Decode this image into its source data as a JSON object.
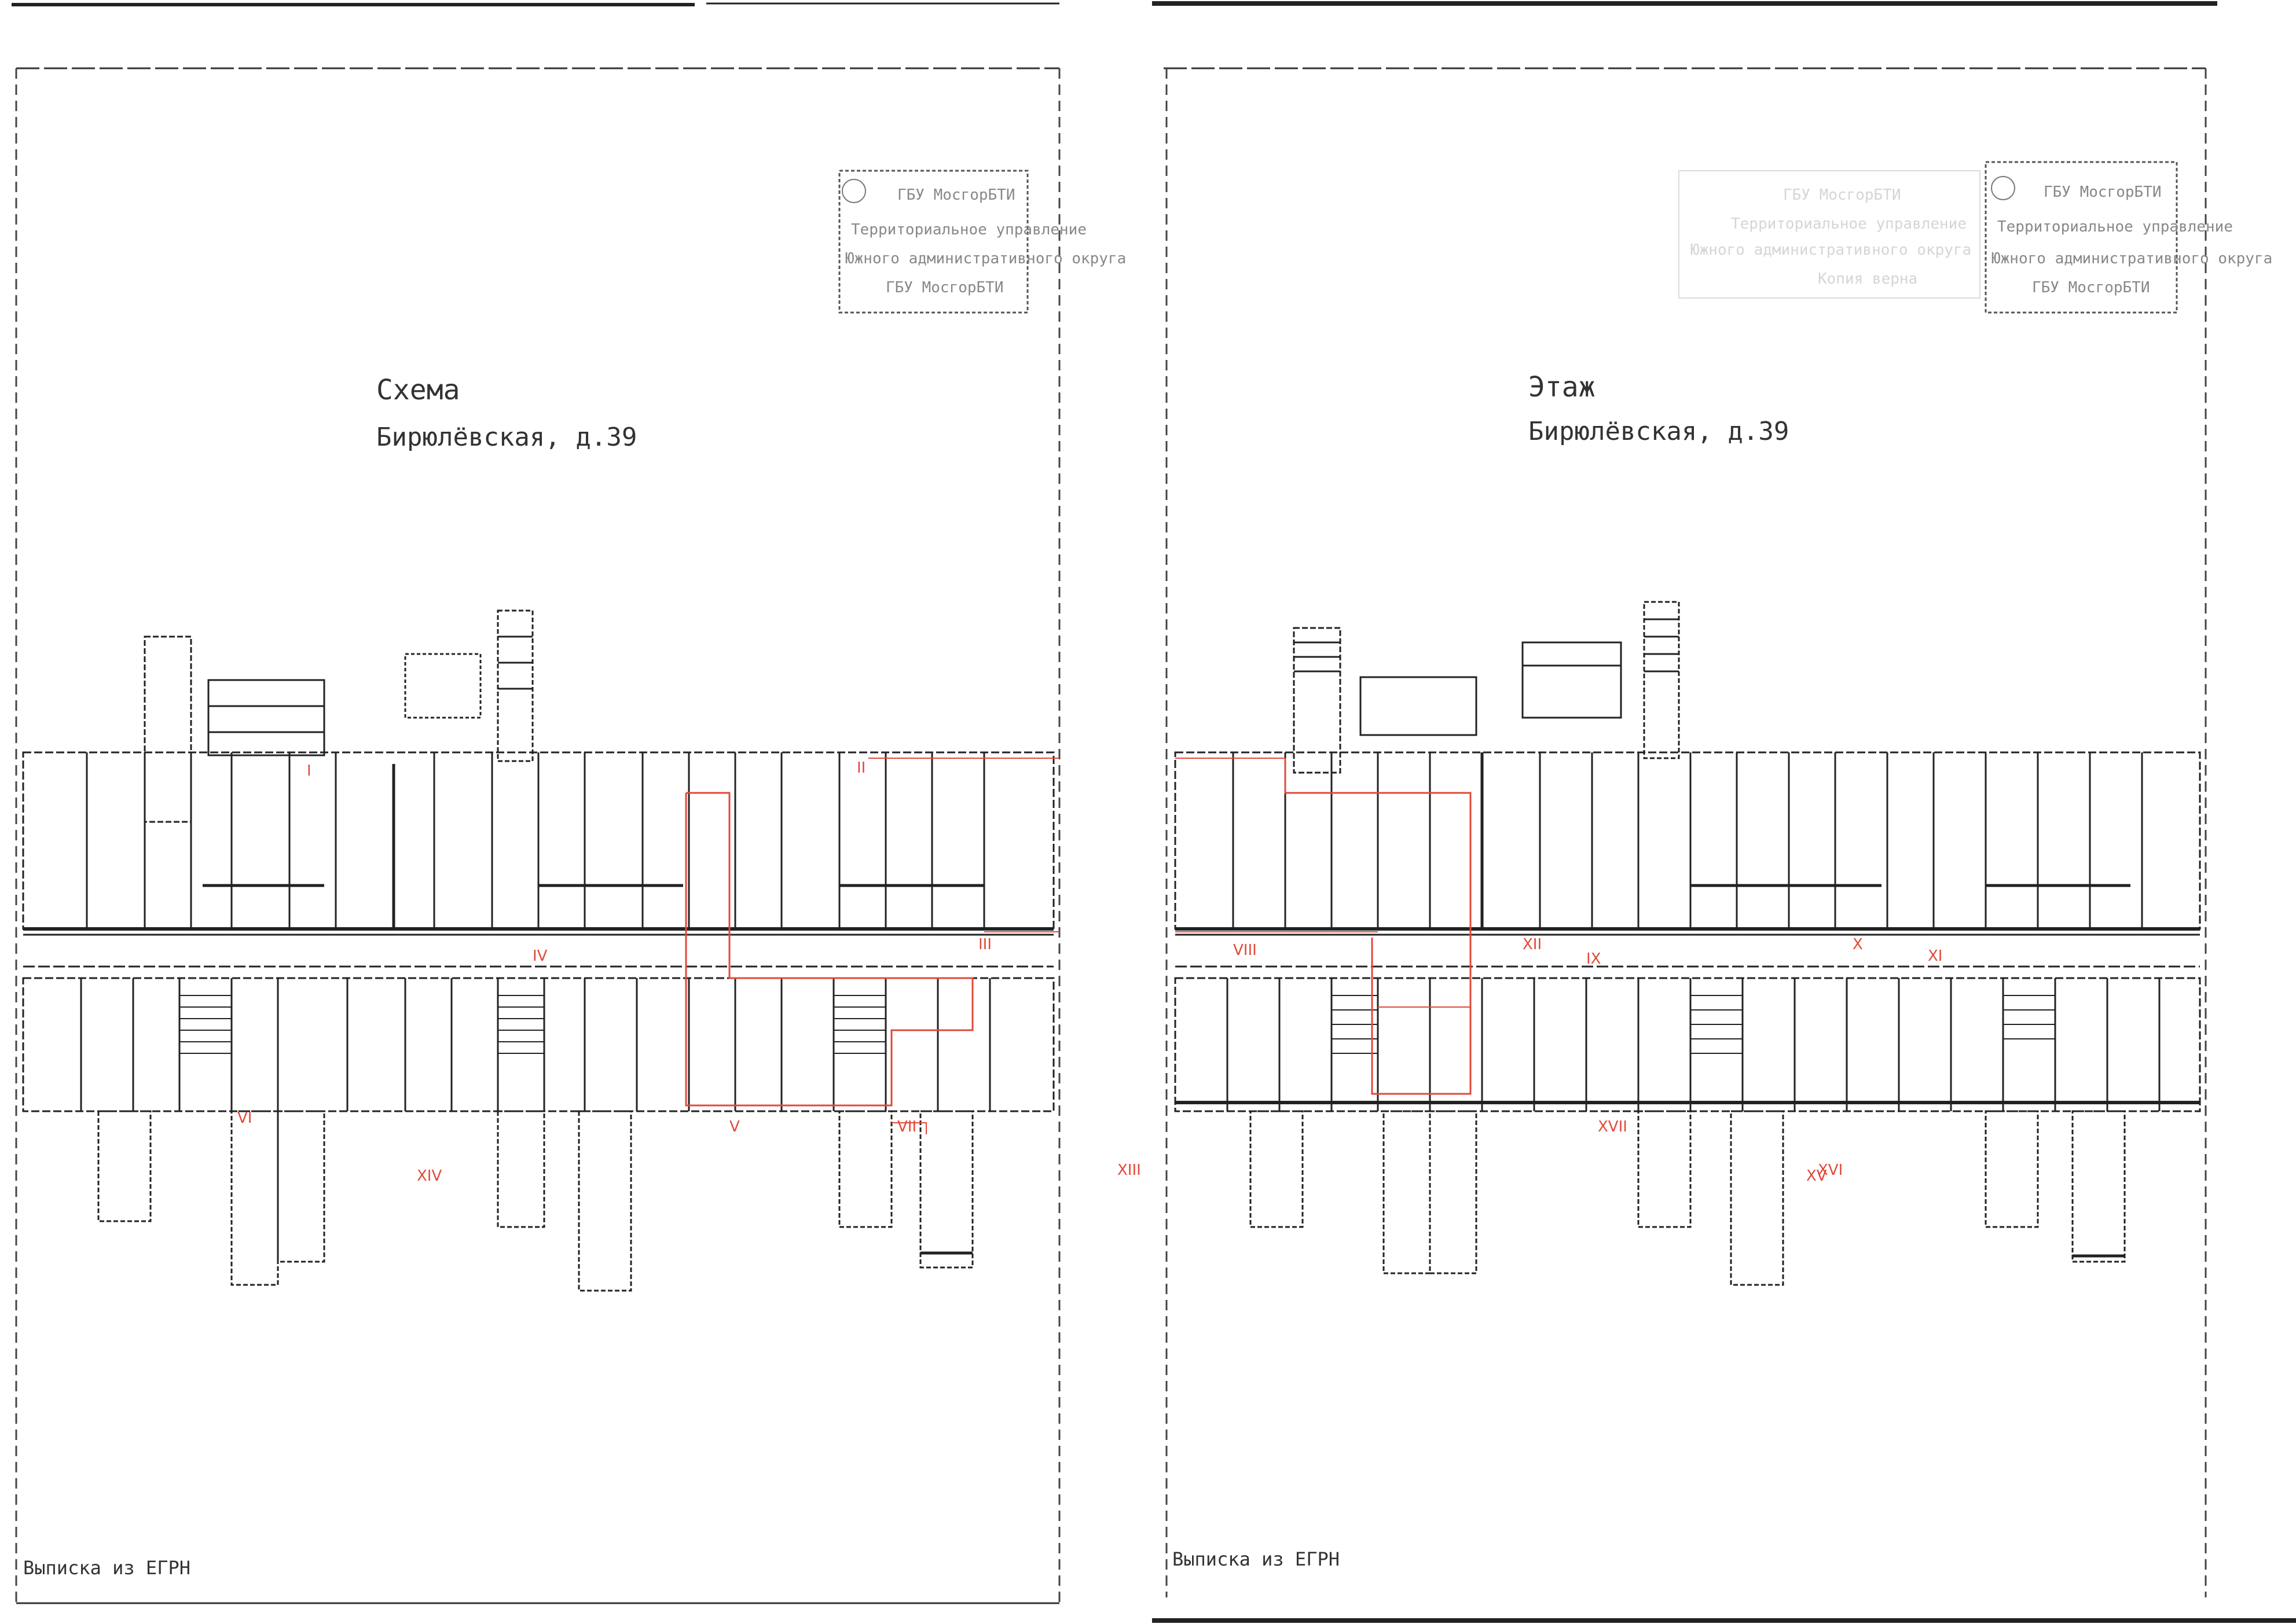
{
  "document": {
    "type": "scanned floor plan sheets",
    "pages": [
      {
        "id": "left",
        "title_line1": "Схема",
        "title_line2": "Бирюлёвская, д.39",
        "footer": "Выписка из ЕГРН",
        "stamp_lines": [
          "ГБУ МосгорБТИ",
          "Территориальное управление",
          "Южного административного округа",
          "ГБУ МосгорБТИ"
        ],
        "room_labels": [
          "I",
          "II",
          "III",
          "IV",
          "V",
          "VI",
          "VII",
          "XIV",
          "XIII"
        ]
      },
      {
        "id": "right",
        "title_line1": "Этаж",
        "title_line2": "Бирюлёвская, д.39",
        "footer": "Выписка из ЕГРН",
        "stamp_lines": [
          "ГБУ МосгорБТИ",
          "Территориальное управление",
          "Южного административного округа",
          "ГБУ МосгорБТИ"
        ],
        "faded_stamp_lines": [
          "ГБУ МосгорБТИ",
          "Территориальное управление",
          "Южного административного округа",
          "Копия верна"
        ],
        "room_labels": [
          "XV",
          "XVI",
          "XVII",
          "VIII",
          "IX",
          "X",
          "XI",
          "XII"
        ]
      }
    ],
    "colors": {
      "ink": "#2a2a2a",
      "redline": "#e04a3a",
      "paper": "#ffffff"
    }
  }
}
